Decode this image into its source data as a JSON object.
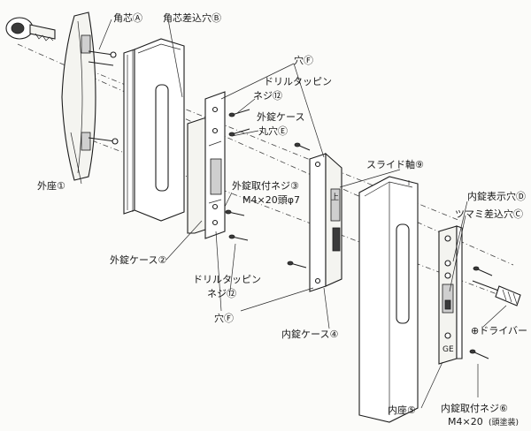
{
  "labels": {
    "kakushin": "角芯Ⓐ",
    "kakushin_hole": "角芯差込穴Ⓑ",
    "zagane_outer": "外座①",
    "outer_case": "外錠ケース②",
    "outer_mount_screw_1": "外錠取付ネジ③",
    "outer_mount_screw_2": "M4×20頭φ7",
    "drill_screw_top_1": "ドリルタッピン",
    "drill_screw_top_2": "ネジ⑫",
    "outer_case_hole_1": "外錠ケース",
    "outer_case_hole_2": "丸穴Ⓔ",
    "hole_f_top": "穴Ⓕ",
    "drill_screw_bottom_1": "ドリルタッピン",
    "drill_screw_bottom_2": "ネジ⑫",
    "hole_f_bottom": "穴Ⓕ",
    "slide_shaft": "スライド軸⑨",
    "inner_case": "内錠ケース④",
    "indicator_hole": "内錠表示穴Ⓓ",
    "knob_hole": "ツマミ差込穴Ⓒ",
    "driver": "⊕ドライバー",
    "inner_seat": "内座⑤",
    "inner_mount_screw_1": "内錠取付ネジ⑥",
    "inner_mount_screw_2": "M4×20",
    "inner_mount_screw_3": "(頭塗装)"
  }
}
